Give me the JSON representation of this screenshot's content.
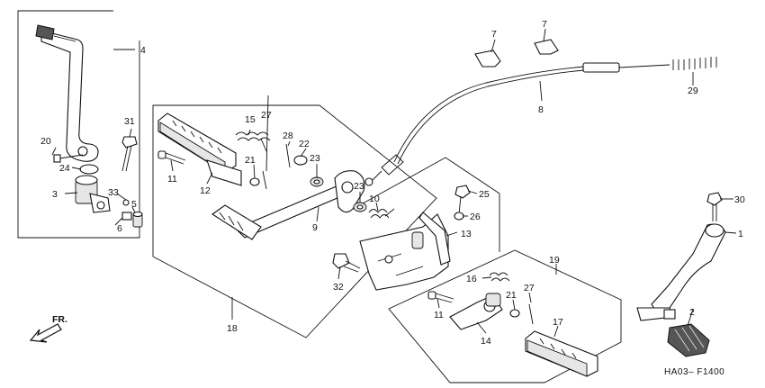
{
  "diagram": {
    "code": "HA03– F1400",
    "direction_label": "FR.",
    "callouts": [
      {
        "id": "c1",
        "text": "1"
      },
      {
        "id": "c2",
        "text": "2"
      },
      {
        "id": "c3",
        "text": "3"
      },
      {
        "id": "c4",
        "text": "4"
      },
      {
        "id": "c5",
        "text": "5"
      },
      {
        "id": "c6",
        "text": "6"
      },
      {
        "id": "c7a",
        "text": "7"
      },
      {
        "id": "c7b",
        "text": "7"
      },
      {
        "id": "c8",
        "text": "8"
      },
      {
        "id": "c9",
        "text": "9"
      },
      {
        "id": "c10",
        "text": "10"
      },
      {
        "id": "c11a",
        "text": "11"
      },
      {
        "id": "c11b",
        "text": "11"
      },
      {
        "id": "c12",
        "text": "12"
      },
      {
        "id": "c13",
        "text": "13"
      },
      {
        "id": "c14",
        "text": "14"
      },
      {
        "id": "c15",
        "text": "15"
      },
      {
        "id": "c16",
        "text": "16"
      },
      {
        "id": "c17",
        "text": "17"
      },
      {
        "id": "c18",
        "text": "18"
      },
      {
        "id": "c19",
        "text": "19"
      },
      {
        "id": "c20",
        "text": "20"
      },
      {
        "id": "c21a",
        "text": "21"
      },
      {
        "id": "c21b",
        "text": "21"
      },
      {
        "id": "c22",
        "text": "22"
      },
      {
        "id": "c23a",
        "text": "23"
      },
      {
        "id": "c23b",
        "text": "23"
      },
      {
        "id": "c24",
        "text": "24"
      },
      {
        "id": "c25",
        "text": "25"
      },
      {
        "id": "c26",
        "text": "26"
      },
      {
        "id": "c27a",
        "text": "27"
      },
      {
        "id": "c27b",
        "text": "27"
      },
      {
        "id": "c28",
        "text": "28"
      },
      {
        "id": "c29",
        "text": "29"
      },
      {
        "id": "c30",
        "text": "30"
      },
      {
        "id": "c31",
        "text": "31"
      },
      {
        "id": "c32",
        "text": "32"
      },
      {
        "id": "c33",
        "text": "33"
      }
    ]
  }
}
